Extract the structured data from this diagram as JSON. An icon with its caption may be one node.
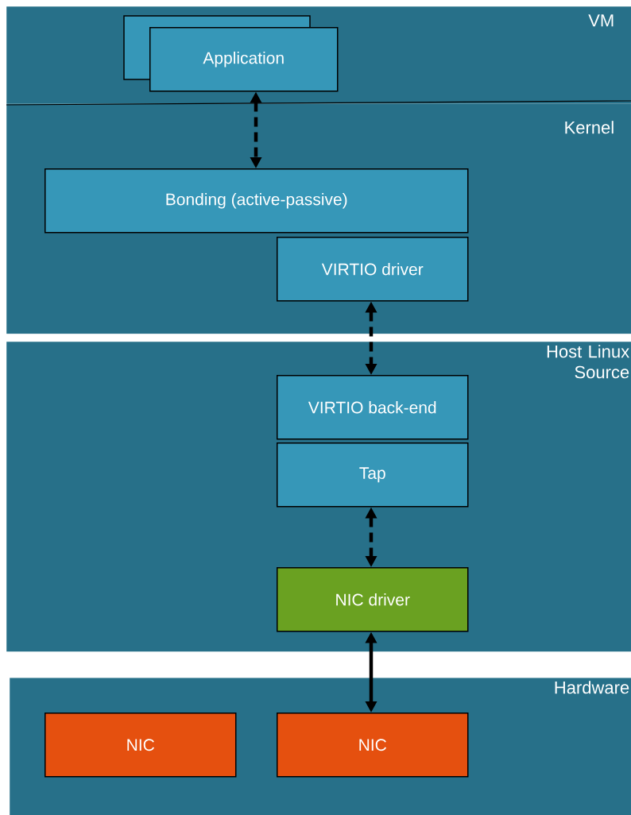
{
  "diagram": {
    "nodes": [
      {
        "text": [
          "VM"
        ]
      },
      {
        "text": [
          "Application"
        ],
        "in": 0
      },
      {
        "text": [
          "Kernel"
        ]
      },
      {
        "text": [
          "Bonding (active-passive)"
        ],
        "in": 2
      },
      {
        "text": [
          "VIRTIO driver"
        ],
        "in": 2
      },
      {
        "text": [
          "Host Linux Source"
        ]
      },
      {
        "text": [
          "VIRTIO back-end"
        ],
        "in": 5
      },
      {
        "text": [
          "Tap"
        ],
        "in": 5
      },
      {
        "text": [
          "NIC driver"
        ],
        "in": 5
      },
      {
        "text": [
          "Hardware"
        ]
      },
      {
        "text": [
          "NIC"
        ],
        "in": 9
      },
      {
        "text": [
          "NIC"
        ],
        "in": 9
      }
    ],
    "edges": [
      {
        "from": 1,
        "to": 3,
        "arrow": "both",
        "style": "dashed"
      },
      {
        "from": 4,
        "to": 6,
        "arrow": "both",
        "style": "dashed"
      },
      {
        "from": 7,
        "to": 8,
        "arrow": "both",
        "style": "dashed"
      },
      {
        "from": 8,
        "to": 11,
        "arrow": "both"
      }
    ]
  }
}
